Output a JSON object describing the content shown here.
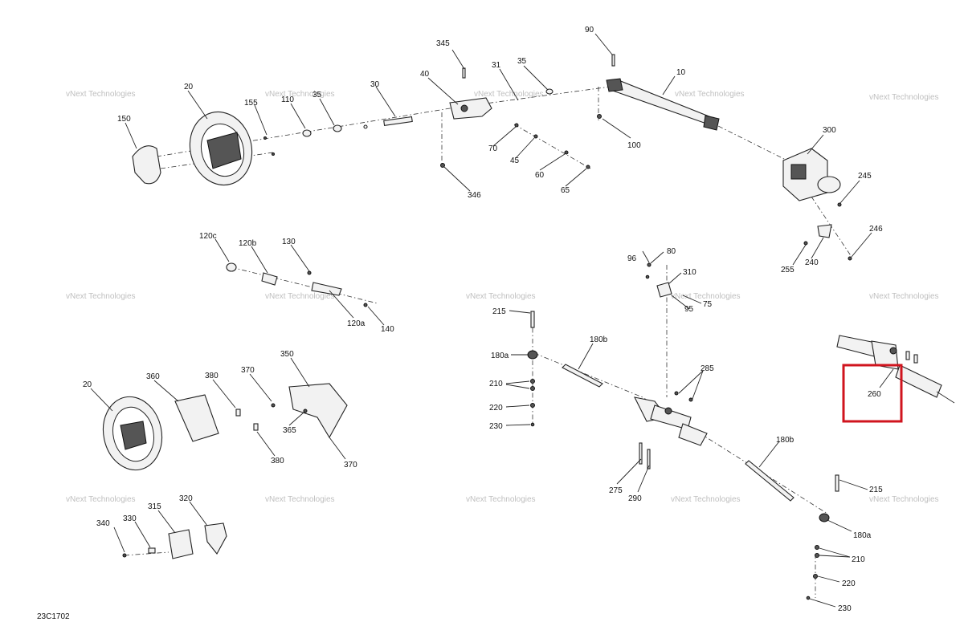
{
  "callouts": {
    "c20a": "20",
    "c150": "150",
    "c155": "155",
    "c110": "110",
    "c35a": "35",
    "c30": "30",
    "c40": "40",
    "c345": "345",
    "c31": "31",
    "c35b": "35",
    "c90": "90",
    "c10": "10",
    "c100": "100",
    "c70": "70",
    "c45": "45",
    "c60": "60",
    "c65": "65",
    "c346": "346",
    "c300": "300",
    "c245": "245",
    "c246": "246",
    "c255": "255",
    "c240": "240",
    "c120c": "120c",
    "c120b": "120b",
    "c130": "130",
    "c120a": "120a",
    "c140": "140",
    "c96": "96",
    "c80": "80",
    "c310": "310",
    "c75": "75",
    "c95": "95",
    "c215a": "215",
    "c180aa": "180a",
    "c180ba": "180b",
    "c210a": "210",
    "c220a": "220",
    "c230a": "230",
    "c285": "285",
    "c260": "260",
    "c275": "275",
    "c290": "290",
    "c180bb": "180b",
    "c215b": "215",
    "c180ab": "180a",
    "c210b": "210",
    "c220b": "220",
    "c230b": "230",
    "c20b": "20",
    "c360": "360",
    "c380a": "380",
    "c370a": "370",
    "c350": "350",
    "c365": "365",
    "c380b": "380",
    "c370b": "370",
    "c315": "315",
    "c320": "320",
    "c340": "340",
    "c330": "330"
  },
  "watermark": "vNext Technologies",
  "doc_id": "23C1702",
  "highlight_color": "#d0141e"
}
